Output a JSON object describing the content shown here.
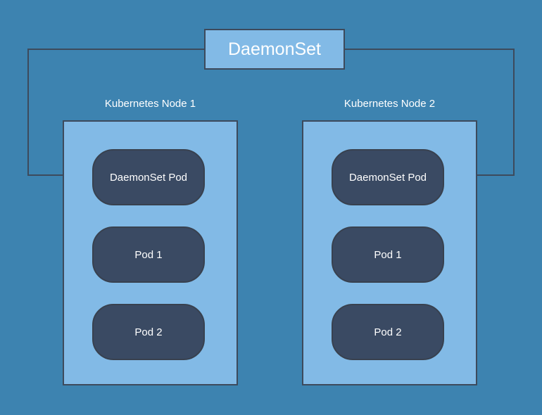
{
  "diagram": {
    "title": "DaemonSet",
    "background_color": "#3d83b0",
    "node_fill_color": "#82bae6",
    "pod_fill_color": "#3a4a63",
    "border_color": "#3d4a5c",
    "text_color": "#ffffff",
    "controller": {
      "label": "DaemonSet"
    },
    "nodes": [
      {
        "title": "Kubernetes Node 1",
        "pods": [
          {
            "label": "DaemonSet Pod"
          },
          {
            "label": "Pod 1"
          },
          {
            "label": "Pod 2"
          }
        ]
      },
      {
        "title": "Kubernetes Node 2",
        "pods": [
          {
            "label": "DaemonSet Pod"
          },
          {
            "label": "Pod 1"
          },
          {
            "label": "Pod 2"
          }
        ]
      }
    ],
    "connectors": [
      {
        "from": "DaemonSet",
        "to": "Kubernetes Node 1 / DaemonSet Pod",
        "arrow": "right"
      },
      {
        "from": "DaemonSet",
        "to": "Kubernetes Node 2 / DaemonSet Pod",
        "arrow": "left"
      }
    ]
  }
}
